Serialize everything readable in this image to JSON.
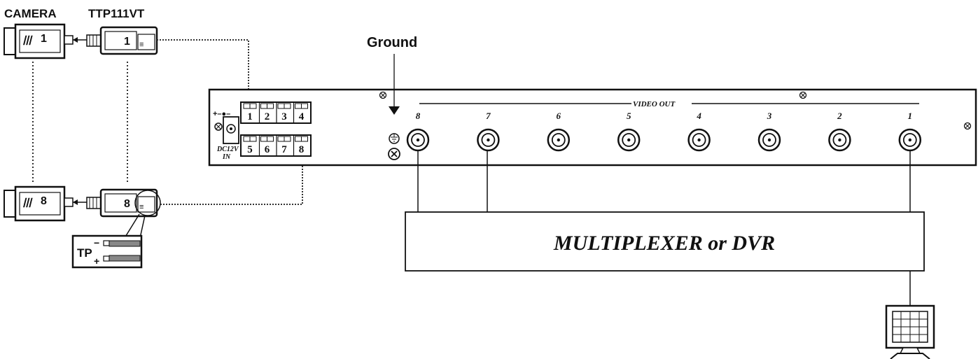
{
  "labels": {
    "camera": "CAMERA",
    "transceiver": "TTP111VT",
    "ground": "Ground",
    "video_out": "VIDEO OUT",
    "dc_in": "DC12V",
    "dc_in2": "IN",
    "mux": "MULTIPLEXER or DVR",
    "tp": "TP",
    "tp_minus": "−",
    "tp_plus": "+"
  },
  "cameras": [
    {
      "name": "1",
      "logo": "ꟾꟾꟾ"
    },
    {
      "name": "8",
      "logo": "ꟾꟾꟾ"
    }
  ],
  "transceivers": [
    "1",
    "8"
  ],
  "terminals_top": [
    "1",
    "2",
    "3",
    "4"
  ],
  "terminals_bottom": [
    "5",
    "6",
    "7",
    "8"
  ],
  "bnc_ports": [
    "8",
    "7",
    "6",
    "5",
    "4",
    "3",
    "2",
    "1"
  ]
}
